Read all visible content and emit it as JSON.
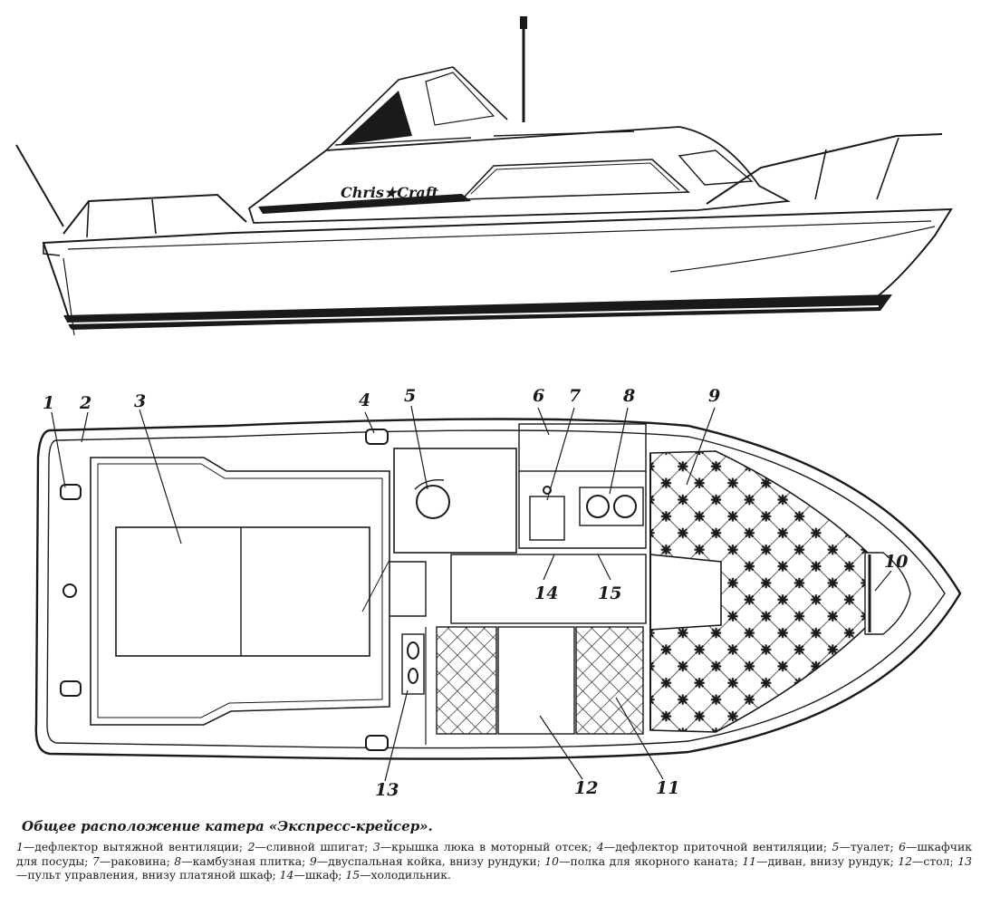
{
  "logo_text": "Chris★Craft",
  "callouts": [
    "1",
    "2",
    "3",
    "4",
    "5",
    "6",
    "7",
    "8",
    "9",
    "10",
    "11",
    "12",
    "13",
    "14",
    "15"
  ],
  "caption": {
    "title": "Общее расположение катера «Экспресс-крейсер».",
    "legend": [
      {
        "num": "1",
        "text": "дефлектор вытяжной вентиляции;"
      },
      {
        "num": "2",
        "text": "сливной шпигат;"
      },
      {
        "num": "3",
        "text": "крышка люка в моторный отсек;"
      },
      {
        "num": "4",
        "text": "дефлектор приточной вентиляции;"
      },
      {
        "num": "5",
        "text": "туалет;"
      },
      {
        "num": "6",
        "text": "шкафчик для посуды;"
      },
      {
        "num": "7",
        "text": "раковина;"
      },
      {
        "num": "8",
        "text": "камбузная плитка;"
      },
      {
        "num": "9",
        "text": "двуспальная койка, внизу рундуки;"
      },
      {
        "num": "10",
        "text": "полка для якорного каната;"
      },
      {
        "num": "11",
        "text": "диван, внизу рундук;"
      },
      {
        "num": "12",
        "text": "стол;"
      },
      {
        "num": "13",
        "text": "пульт управления, внизу платяной шкаф;"
      },
      {
        "num": "14",
        "text": "шкаф;"
      },
      {
        "num": "15",
        "text": "холодильник."
      }
    ]
  }
}
